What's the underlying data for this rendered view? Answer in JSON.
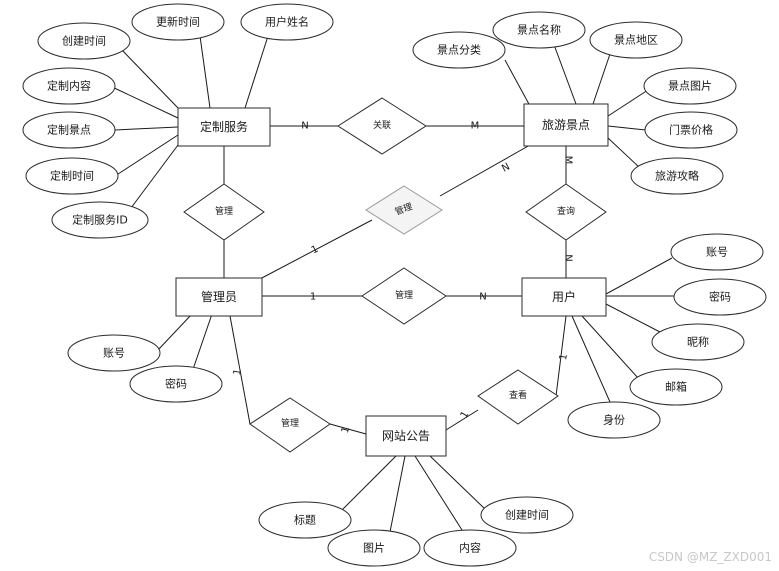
{
  "entities": {
    "custom_service": "定制服务",
    "scenic_spot": "旅游景点",
    "admin": "管理员",
    "user": "用户",
    "notice": "网站公告"
  },
  "relationships": {
    "link": "关联",
    "manage_service": "管理",
    "manage_spot": "管理",
    "query": "查询",
    "manage_user": "管理",
    "manage_notice": "管理",
    "view": "查看"
  },
  "attributes": {
    "service": [
      "创建时间",
      "更新时间",
      "用户姓名",
      "定制内容",
      "定制景点",
      "定制时间",
      "定制服务ID"
    ],
    "spot": [
      "景点分类",
      "景点名称",
      "景点地区",
      "景点图片",
      "门票价格",
      "旅游攻略"
    ],
    "user": [
      "账号",
      "密码",
      "昵称",
      "邮箱",
      "身份"
    ],
    "admin": [
      "账号",
      "密码"
    ],
    "notice": [
      "标题",
      "图片",
      "内容",
      "创建时间"
    ]
  },
  "cardinalities": {
    "service_link": "N",
    "link_spot": "M",
    "admin_spot": "1",
    "spot_admin": "N",
    "spot_query": "M",
    "query_user": "N",
    "admin_manage_user": "1",
    "manage_user_user": "N",
    "admin_notice": "1",
    "notice_admin": "1",
    "notice_user": "1",
    "user_notice": "1"
  },
  "watermark": "CSDN @MZ_ZXD001"
}
